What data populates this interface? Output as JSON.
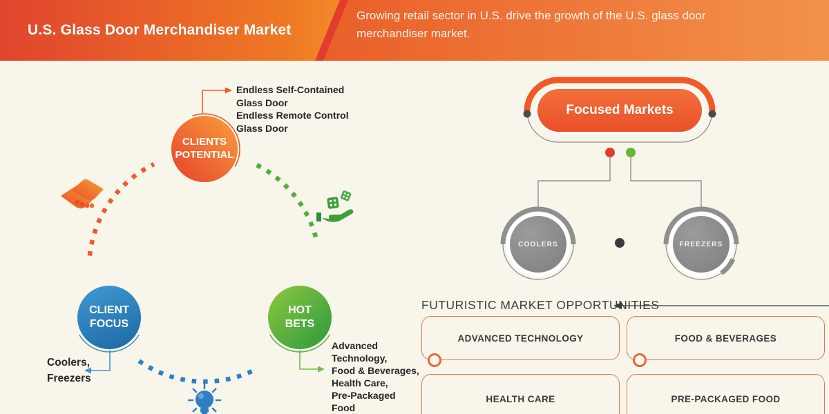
{
  "header": {
    "title": "U.S. Glass Door Merchandiser Market",
    "subtitle": "Growing retail sector in U.S. drive the growth of the U.S. glass door\nmerchandiser market."
  },
  "cycle": {
    "clients_potential": {
      "label": "CLIENTS\nPOTENTIAL",
      "annotation": "Endless Self-Contained\nGlass Door\nEndless Remote Control\nGlass Door",
      "color": "#f0592b"
    },
    "client_focus": {
      "label": "CLIENT\nFOCUS",
      "annotation": "Coolers,\nFreezers",
      "color": "#2e80c2"
    },
    "hot_bets": {
      "label": "HOT\nBETS",
      "annotation": "Advanced\nTechnology,\nFood & Beverages,\nHealth Care,\nPre-Packaged\nFood",
      "color": "#52ae3e"
    },
    "icons": [
      "handshake-icon",
      "dice-hand-icon",
      "lightbulb-icon"
    ]
  },
  "focused_markets": {
    "title": "Focused Markets",
    "children": [
      {
        "label": "COOLERS",
        "dot_color": "#e23b2e"
      },
      {
        "label": "FREEZERS",
        "dot_color": "#6cb33f"
      }
    ]
  },
  "opportunities": {
    "heading": "FUTURISTIC MARKET OPPORTUNITIES",
    "items": [
      "ADVANCED TECHNOLOGY",
      "FOOD & BEVERAGES",
      "HEALTH CARE",
      "PRE-PACKAGED FOOD"
    ]
  },
  "colors": {
    "background": "#f8f5ea",
    "accent_orange": "#f0592b",
    "accent_blue": "#2e80c2",
    "accent_green": "#52ae3e",
    "gray": "#8f8f8f",
    "dark": "#3b3b3b",
    "box_border": "#e0784c"
  }
}
